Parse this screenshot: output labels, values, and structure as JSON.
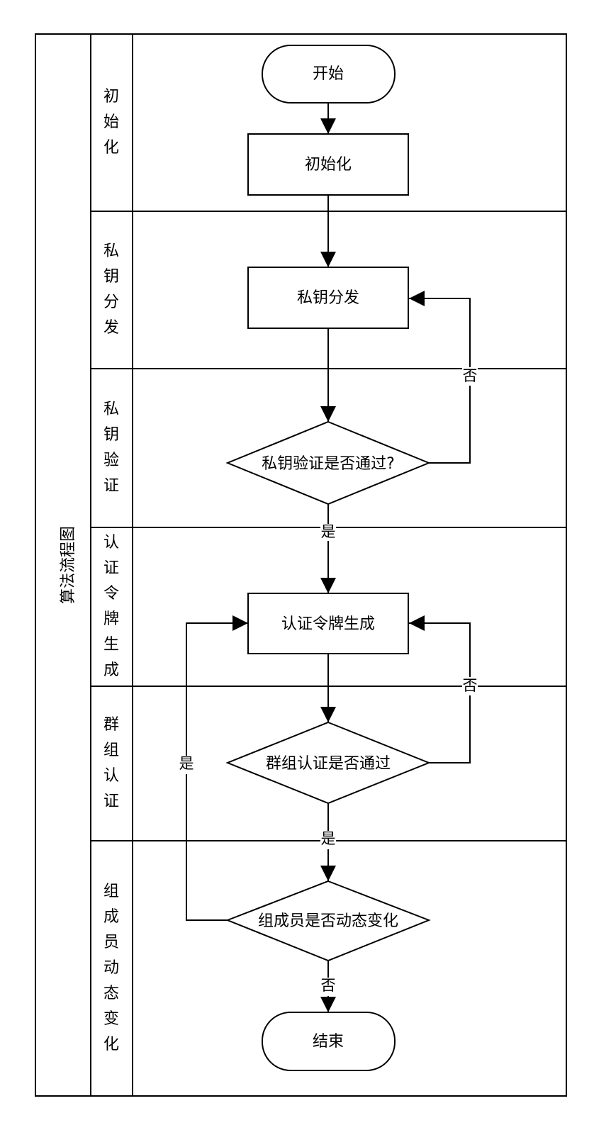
{
  "diagram": {
    "title": "算法流程图",
    "lanes": [
      {
        "id": "init",
        "label": "初始化"
      },
      {
        "id": "keydist",
        "label": "私钥分发"
      },
      {
        "id": "keyverify",
        "label": "私钥验证"
      },
      {
        "id": "token",
        "label": "认证令牌生成"
      },
      {
        "id": "groupauth",
        "label": "群组认证"
      },
      {
        "id": "dynamic",
        "label": "组成员动态变化"
      }
    ],
    "nodes": {
      "start": "开始",
      "init": "初始化",
      "key_dist": "私钥分发",
      "key_verify": "私钥验证是否通过?",
      "token_gen": "认证令牌生成",
      "group_auth": "群组认证是否通过",
      "member_change": "组成员是否动态变化",
      "end": "结束"
    },
    "edge_labels": {
      "key_verify_no": "否",
      "key_verify_yes": "是",
      "group_auth_no": "否",
      "group_auth_yes": "是",
      "member_change_yes": "是",
      "member_change_no": "否"
    }
  }
}
